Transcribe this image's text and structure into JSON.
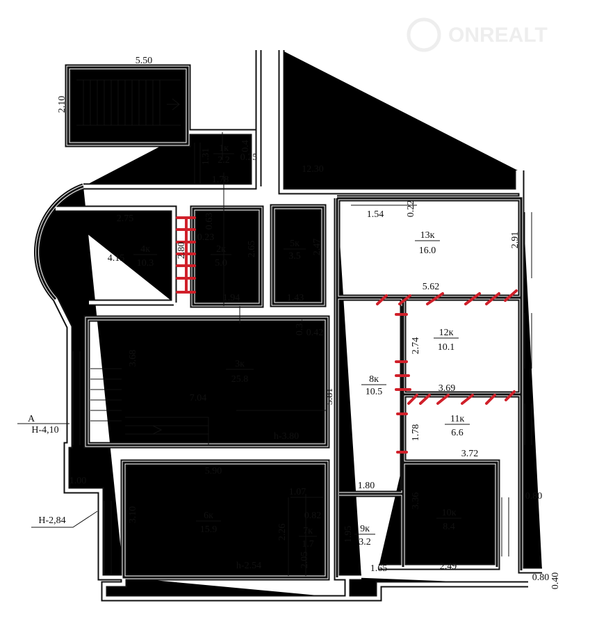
{
  "watermark": {
    "brand": "ONREALT"
  },
  "rooms": [
    {
      "id": "1к",
      "area": "2.2"
    },
    {
      "id": "2к",
      "area": "5.0"
    },
    {
      "id": "3к",
      "area": "25.8"
    },
    {
      "id": "4к",
      "area": "10.3"
    },
    {
      "id": "5к",
      "area": "3.5"
    },
    {
      "id": "6к",
      "area": "15.9"
    },
    {
      "id": "7к",
      "area": "1.7"
    },
    {
      "id": "8к",
      "area": "10.5"
    },
    {
      "id": "9к",
      "area": "3.2"
    },
    {
      "id": "10к",
      "area": "8.4"
    },
    {
      "id": "11к",
      "area": "6.6"
    },
    {
      "id": "12к",
      "area": "10.1"
    },
    {
      "id": "13к",
      "area": "16.0"
    }
  ],
  "dimensions": [
    "5.50",
    "2.10",
    "1.31",
    "0.4",
    "0.25",
    "12.30",
    "1.78",
    "2.75",
    "0.63",
    "0.23",
    "2.80",
    "4.15",
    "2.65",
    "2.47",
    "1.54",
    "0.22",
    "2.91",
    "1.94",
    "1.43",
    "5.62",
    "0.31",
    "0.42",
    "2.74",
    "3.68",
    "7.04",
    "5.81",
    "3.69",
    "1.78",
    "5.90",
    "3.72",
    "1.00",
    "1.80",
    "1.07",
    "0.80",
    "3.36",
    "3.10",
    "0.82",
    "2.26",
    "1.95",
    "2.05",
    "1.65",
    "2.49",
    "0.80",
    "0.40"
  ],
  "levels": {
    "axis": "А",
    "level_a": "Н-4,10",
    "level_b": "Н-2,84",
    "h_room3": "h-3.80",
    "h_room6": "h-2.54"
  }
}
